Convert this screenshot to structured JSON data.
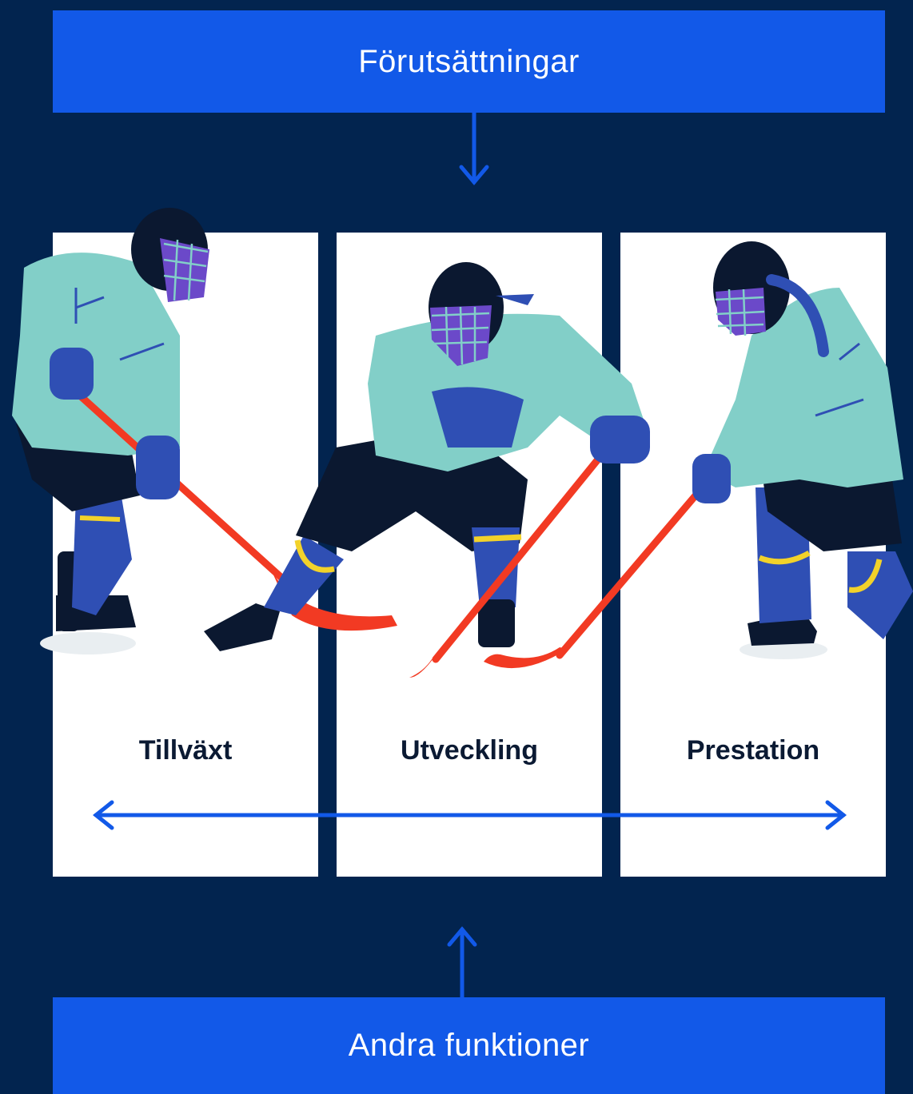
{
  "top_banner": {
    "label": "Förutsättningar"
  },
  "bottom_banner": {
    "label": "Andra funktioner"
  },
  "panels": [
    {
      "label": "Tillväxt"
    },
    {
      "label": "Utveckling"
    },
    {
      "label": "Prestation"
    }
  ],
  "colors": {
    "background": "#02244f",
    "banner": "#1259e8",
    "arrow": "#1259e8",
    "jersey": "#82cfc8",
    "gear": "#2f4fb4",
    "stick": "#f23a23",
    "helmet": "#0b1830",
    "knee_band": "#f2d22a"
  },
  "icons": [
    "down-arrow-icon",
    "up-arrow-icon",
    "double-headed-arrow-icon",
    "hockey-player-icon"
  ]
}
